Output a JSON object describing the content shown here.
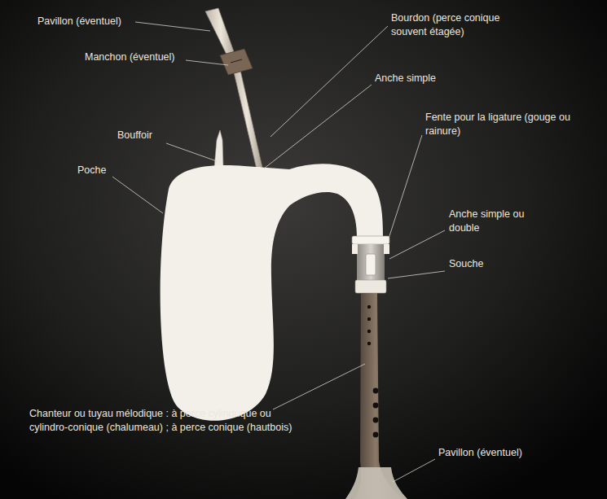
{
  "diagram": {
    "labels": [
      "Pavillon (éventuel)",
      "Manchon (éventuel)",
      "Bourdon (perce conique souvent étagée)",
      "Anche simple",
      "Bouffoir",
      "Fente pour la ligature (gouge ou rainure)",
      "Poche",
      "Anche simple ou double",
      "Souche",
      "Chanteur ou tuyau mélodique : à perce cylindrique ou cylindro-conique (chalumeau) ; à perce conique (hautbois)",
      "Pavillon (éventuel)"
    ]
  }
}
